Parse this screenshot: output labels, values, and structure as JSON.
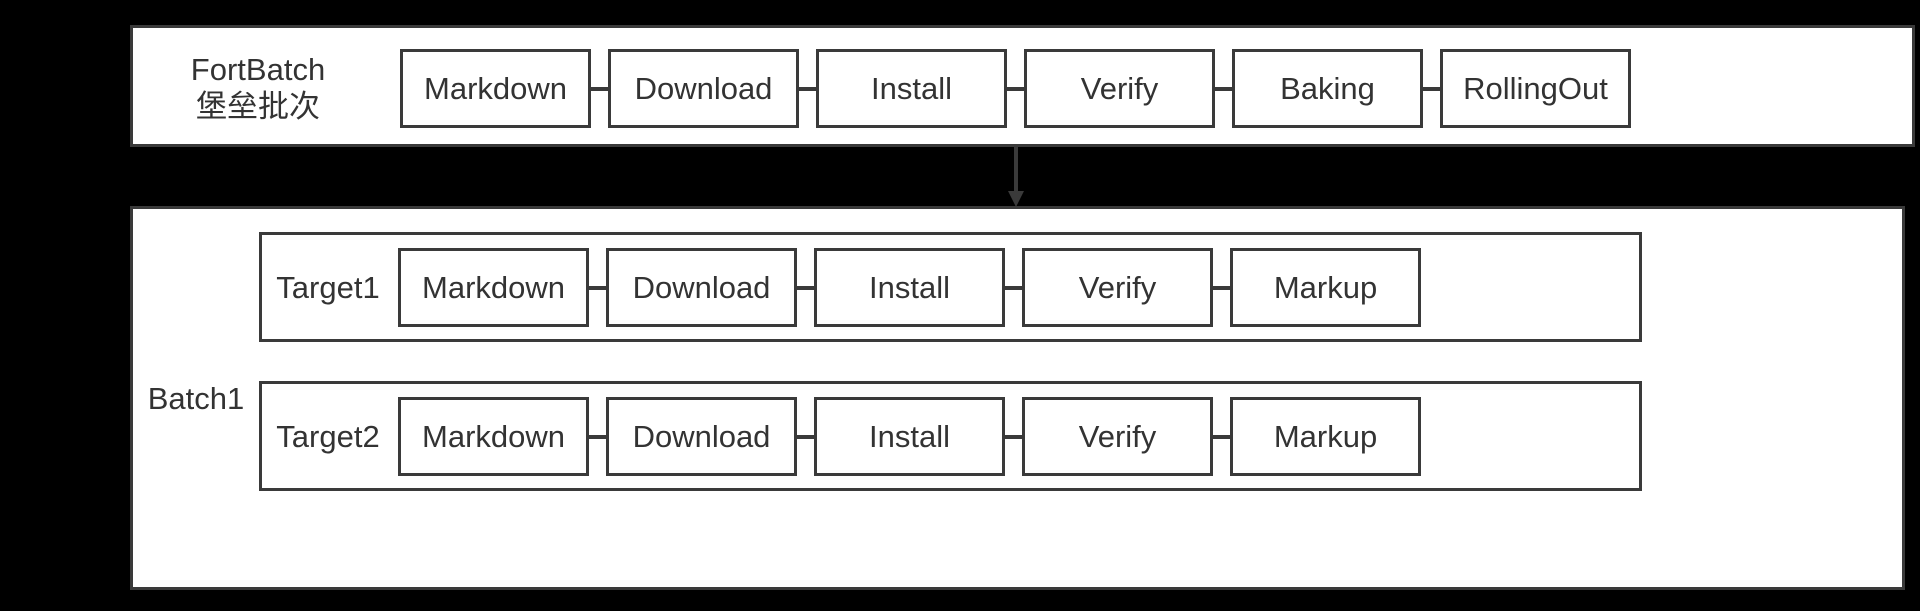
{
  "diagram": {
    "background_color": "#000000",
    "surface_color": "#ffffff",
    "stroke_color": "#3a3a3a",
    "text_color": "#333333",
    "groups": [
      {
        "id": "fortbatch",
        "label_line1": "FortBatch",
        "label_line2": "堡垒批次",
        "stages": [
          {
            "label": "Markdown"
          },
          {
            "label": "Download"
          },
          {
            "label": "Install"
          },
          {
            "label": "Verify"
          },
          {
            "label": "Baking"
          },
          {
            "label": "RollingOut"
          }
        ]
      },
      {
        "id": "batch1",
        "label_line1": "Batch1",
        "rows": [
          {
            "label": "Target1",
            "stages": [
              {
                "label": "Markdown"
              },
              {
                "label": "Download"
              },
              {
                "label": "Install"
              },
              {
                "label": "Verify"
              },
              {
                "label": "Markup"
              }
            ]
          },
          {
            "label": "Target2",
            "stages": [
              {
                "label": "Markdown"
              },
              {
                "label": "Download"
              },
              {
                "label": "Install"
              },
              {
                "label": "Verify"
              },
              {
                "label": "Markup"
              }
            ]
          }
        ]
      }
    ],
    "connector": {
      "name": "fortbatch-to-batch1-arrow",
      "direction": "down"
    }
  }
}
